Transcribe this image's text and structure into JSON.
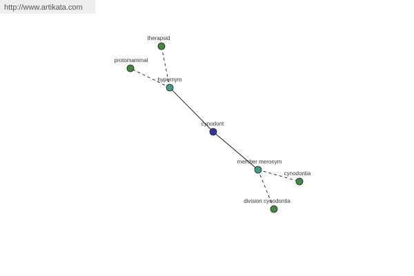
{
  "site_link": "http://www.artikata.com",
  "colors": {
    "center": "#333399",
    "relation": "#449988",
    "leaf": "#448844",
    "stroke": "#222222",
    "edge": "#111111"
  },
  "nodes": [
    {
      "id": "therapsid",
      "label": "therapsid",
      "kind": "leaf"
    },
    {
      "id": "protomammal",
      "label": "protomammal",
      "kind": "leaf"
    },
    {
      "id": "hypernym",
      "label": "hypernym",
      "kind": "relation"
    },
    {
      "id": "cynodont",
      "label": "cynodont",
      "kind": "center"
    },
    {
      "id": "member-meronym",
      "label": "member meronym",
      "kind": "relation"
    },
    {
      "id": "cynodontia",
      "label": "cynodontia",
      "kind": "leaf"
    },
    {
      "id": "division-cynodontia",
      "label": "division cynodontia",
      "kind": "leaf"
    }
  ],
  "edges": [
    {
      "from": "cynodont",
      "to": "hypernym",
      "style": "solid"
    },
    {
      "from": "cynodont",
      "to": "member-meronym",
      "style": "solid"
    },
    {
      "from": "hypernym",
      "to": "therapsid",
      "style": "dashed"
    },
    {
      "from": "hypernym",
      "to": "protomammal",
      "style": "dashed"
    },
    {
      "from": "member-meronym",
      "to": "cynodontia",
      "style": "dashed"
    },
    {
      "from": "member-meronym",
      "to": "division-cynodontia",
      "style": "dashed"
    }
  ]
}
